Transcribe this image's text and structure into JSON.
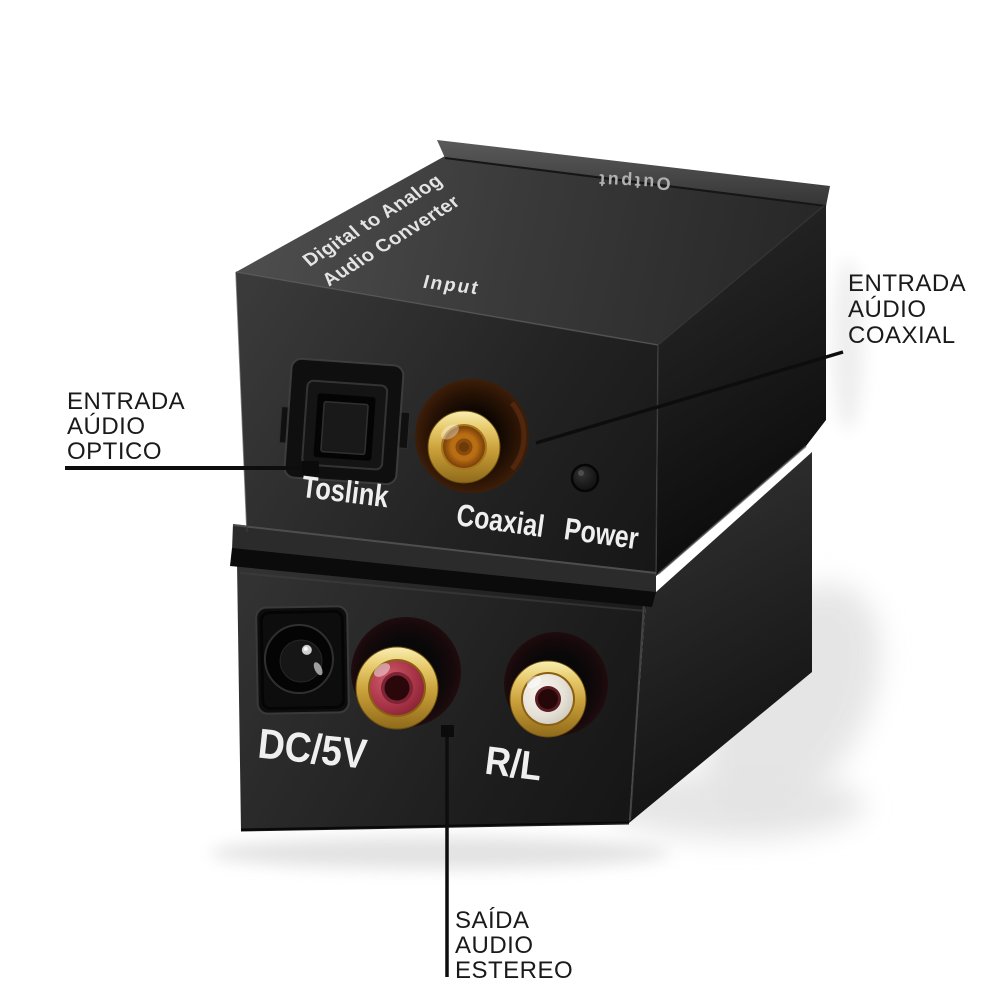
{
  "figure": {
    "type": "annotated product photo",
    "subject": "Digital to Analog Audio Converter"
  },
  "product": {
    "top_unit": {
      "top_label_line1": "Digital to Analog",
      "top_label_line2": "Audio Converter",
      "input_label": "Input",
      "output_label": "Output",
      "toslink_label": "Toslink",
      "coaxial_label": "Coaxial",
      "power_label": "Power"
    },
    "bottom_unit": {
      "dc_label": "DC/5V",
      "rl_label": "R/L"
    }
  },
  "annotations": {
    "optical_input": {
      "lines": [
        "ENTRADA",
        "AÚDIO",
        "OPTICO"
      ]
    },
    "coaxial_input": {
      "lines": [
        "ENTRADA",
        "AÚDIO",
        "COAXIAL"
      ]
    },
    "stereo_output": {
      "lines": [
        "SAÍDA",
        "AUDIO",
        "ESTEREO"
      ]
    }
  },
  "colors": {
    "background": "#ffffff",
    "annotation_text": "#1a1a1a",
    "annotation_line": "#0d0d0d",
    "device_text": "#efefef",
    "top_text": "#e4e4e4",
    "output_text": "#b0b0b0",
    "gold": "#c79e38",
    "red_jack": "#a93448",
    "white_jack": "#e6e1d7",
    "coax_amber": "#ec9b28"
  }
}
